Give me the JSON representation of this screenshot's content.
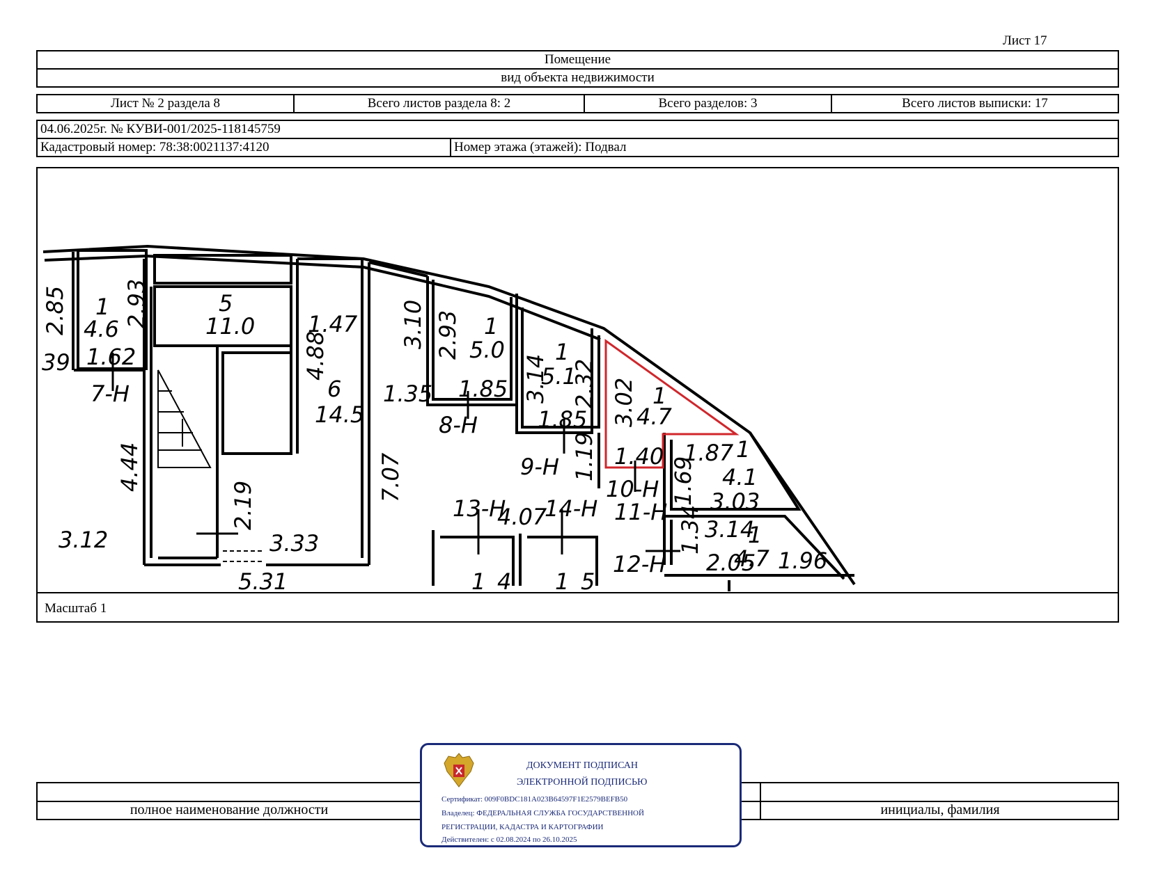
{
  "sheet_label": "Лист 17",
  "header": {
    "object_type": "Помещение",
    "object_type_caption": "вид объекта недвижимости",
    "section_sheet": "Лист № 2 раздела 8",
    "section_sheets_total": "Всего листов раздела 8: 2",
    "sections_total": "Всего разделов: 3",
    "extract_sheets_total": "Всего листов выписки: 17",
    "date_number": "04.06.2025г. № КУВИ-001/2025-118145759",
    "cadastral_number": "Кадастровый номер: 78:38:0021137:4120",
    "floor": "Номер этажа (этажей): Подвал"
  },
  "plan": {
    "scale_label": "Масштаб 1",
    "highlight_color": "#d0262b",
    "labels": {
      "d285": "2.85",
      "d293a": "2.93",
      "r1a": "1",
      "r1a_area": "4.6",
      "d39": "39",
      "d162": "1.62",
      "r7h": "7-Н",
      "r5": "5",
      "r5_area": "11.0",
      "d147": "1.47",
      "d488": "4.88",
      "r6": "6",
      "r6_area": "14.5",
      "d310": "3.10",
      "d293b": "2.93",
      "r1b": "1",
      "r1b_area": "5.0",
      "d135": "1.35",
      "d185a": "1.85",
      "r8h": "8-Н",
      "d314": "3.14",
      "r1c": "1",
      "r1c_area": "5.1",
      "d232": "2.32",
      "d185b": "1.85",
      "r9h": "9-Н",
      "d119": "1.19",
      "d302": "3.02",
      "r1d": "1",
      "r1d_area": "4.7",
      "d140": "1.40",
      "r10h": "10-Н",
      "d187": "1.87",
      "r1e": "1",
      "r1e_area": "4.1",
      "d303": "3.03",
      "d169": "1.69",
      "r11h": "11-Н",
      "d444": "4.44",
      "d219": "2.19",
      "d333": "3.33",
      "d707": "7.07",
      "d312": "3.12",
      "d531": "5.31",
      "r13h": "13-Н",
      "d407": "4.07",
      "r14h": "14-Н",
      "d134": "1.34",
      "d314b": "3.14",
      "r1f": "1",
      "r1f_area": "4.7",
      "d205": "2.05",
      "d196": "1.96",
      "r12h": "12-Н",
      "r14": "1",
      "r14_area": "4",
      "r15": "1",
      "r15_area": "5"
    }
  },
  "signature": {
    "position_caption": "полное наименование должности",
    "name_caption": "инициалы, фамилия"
  },
  "stamp": {
    "title_line1": "ДОКУМЕНТ ПОДПИСАН",
    "title_line2": "ЭЛЕКТРОННОЙ ПОДПИСЬЮ",
    "certificate": "Сертификат: 009F0BDC181A023B64597F1E2579BEFB50",
    "owner_line1": "Владелец: ФЕДЕРАЛЬНАЯ СЛУЖБА ГОСУДАРСТВЕННОЙ",
    "owner_line2": "РЕГИСТРАЦИИ, КАДАСТРА И КАРТОГРАФИИ",
    "valid": "Действителен: с 02.08.2024 по 26.10.2025"
  }
}
